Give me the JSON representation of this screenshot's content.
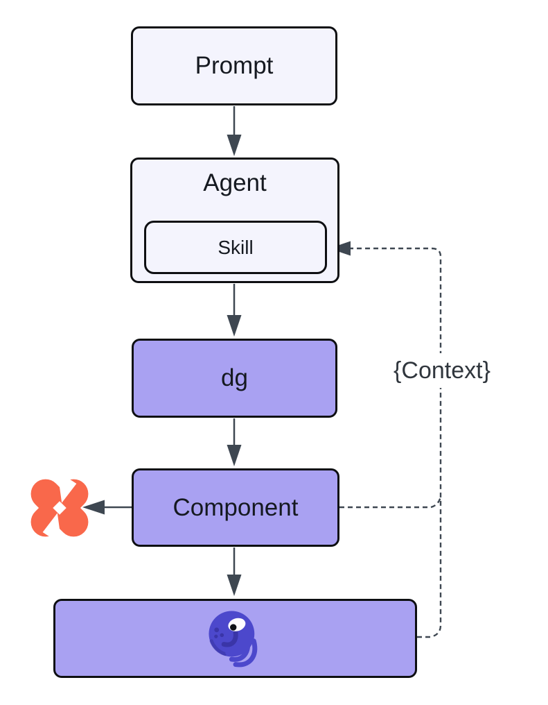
{
  "diagram": {
    "title": "agent-flow-diagram",
    "nodes": {
      "prompt": {
        "label": "Prompt",
        "style": "light"
      },
      "agent": {
        "label": "Agent",
        "style": "light"
      },
      "skill": {
        "label": "Skill",
        "style": "light",
        "parent": "agent"
      },
      "dg": {
        "label": "dg",
        "style": "purple"
      },
      "component": {
        "label": "Component",
        "style": "purple"
      },
      "octopus_box": {
        "label": "",
        "style": "purple",
        "icon": "octopus-icon"
      }
    },
    "icons": {
      "orange_pinwheel": "orange-x-pinwheel-icon",
      "octopus": "octopus-icon"
    },
    "edges": {
      "context_label": "{Context}",
      "connections": [
        {
          "from": "prompt",
          "to": "agent",
          "style": "solid-arrow"
        },
        {
          "from": "agent",
          "to": "dg",
          "style": "solid-arrow"
        },
        {
          "from": "dg",
          "to": "component",
          "style": "solid-arrow"
        },
        {
          "from": "component",
          "to": "octopus_box",
          "style": "solid-arrow"
        },
        {
          "from": "component",
          "to": "orange_pinwheel",
          "style": "solid-arrow"
        },
        {
          "from": "octopus_box",
          "to": "skill",
          "style": "dashed-arrow",
          "label": "{Context}"
        },
        {
          "from": "component",
          "to": "context_line",
          "style": "dashed"
        }
      ]
    },
    "colors": {
      "background": "#ffffff",
      "node_light_fill": "#f4f4fd",
      "node_purple_fill": "#a9a1f2",
      "node_border": "#0e0f12",
      "arrow": "#3e4751",
      "text": "#151920",
      "context_label_text": "#30363d",
      "orange_icon": "#f9684b",
      "octopus_body": "#4c48cc",
      "octopus_dark": "#3a35a8"
    }
  }
}
